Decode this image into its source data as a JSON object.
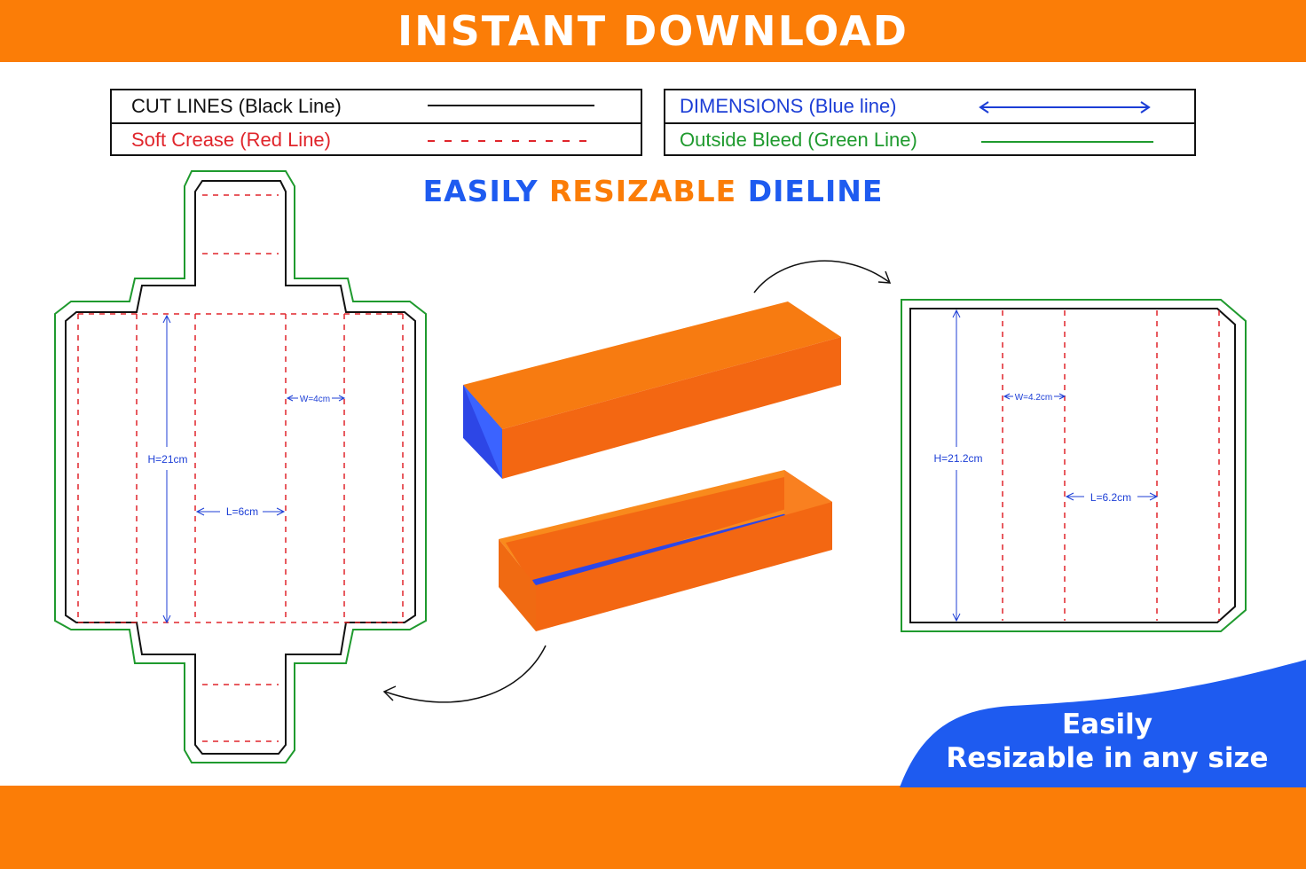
{
  "banner": {
    "title": "INSTANT DOWNLOAD"
  },
  "legend": {
    "cut_lines": "CUT LINES (Black Line)",
    "soft_crease": "Soft Crease (Red Line)",
    "dimensions": "DIMENSIONS (Blue line)",
    "outside_bleed": "Outside Bleed (Green Line)"
  },
  "heading": {
    "word1": "EASILY",
    "word2": "RESIZABLE",
    "word3": "DIELINE"
  },
  "left_dieline": {
    "height_label": "H=21cm",
    "length_label": "L=6cm",
    "width_label": "W=4cm"
  },
  "right_dieline": {
    "height_label": "H=21.2cm",
    "length_label": "L=6.2cm",
    "width_label": "W=4.2cm"
  },
  "corner_badge": {
    "line1": "Easily",
    "line2": "Resizable in any size"
  },
  "colors": {
    "orange": "#fb7d07",
    "blue": "#1e5bf0",
    "cut": "#111111",
    "crease": "#e0252b",
    "dimension": "#1c3ed6",
    "bleed": "#1f9a2e"
  },
  "icons": [
    "curved-arrow-right-icon",
    "curved-arrow-left-icon",
    "double-arrow-icon"
  ]
}
